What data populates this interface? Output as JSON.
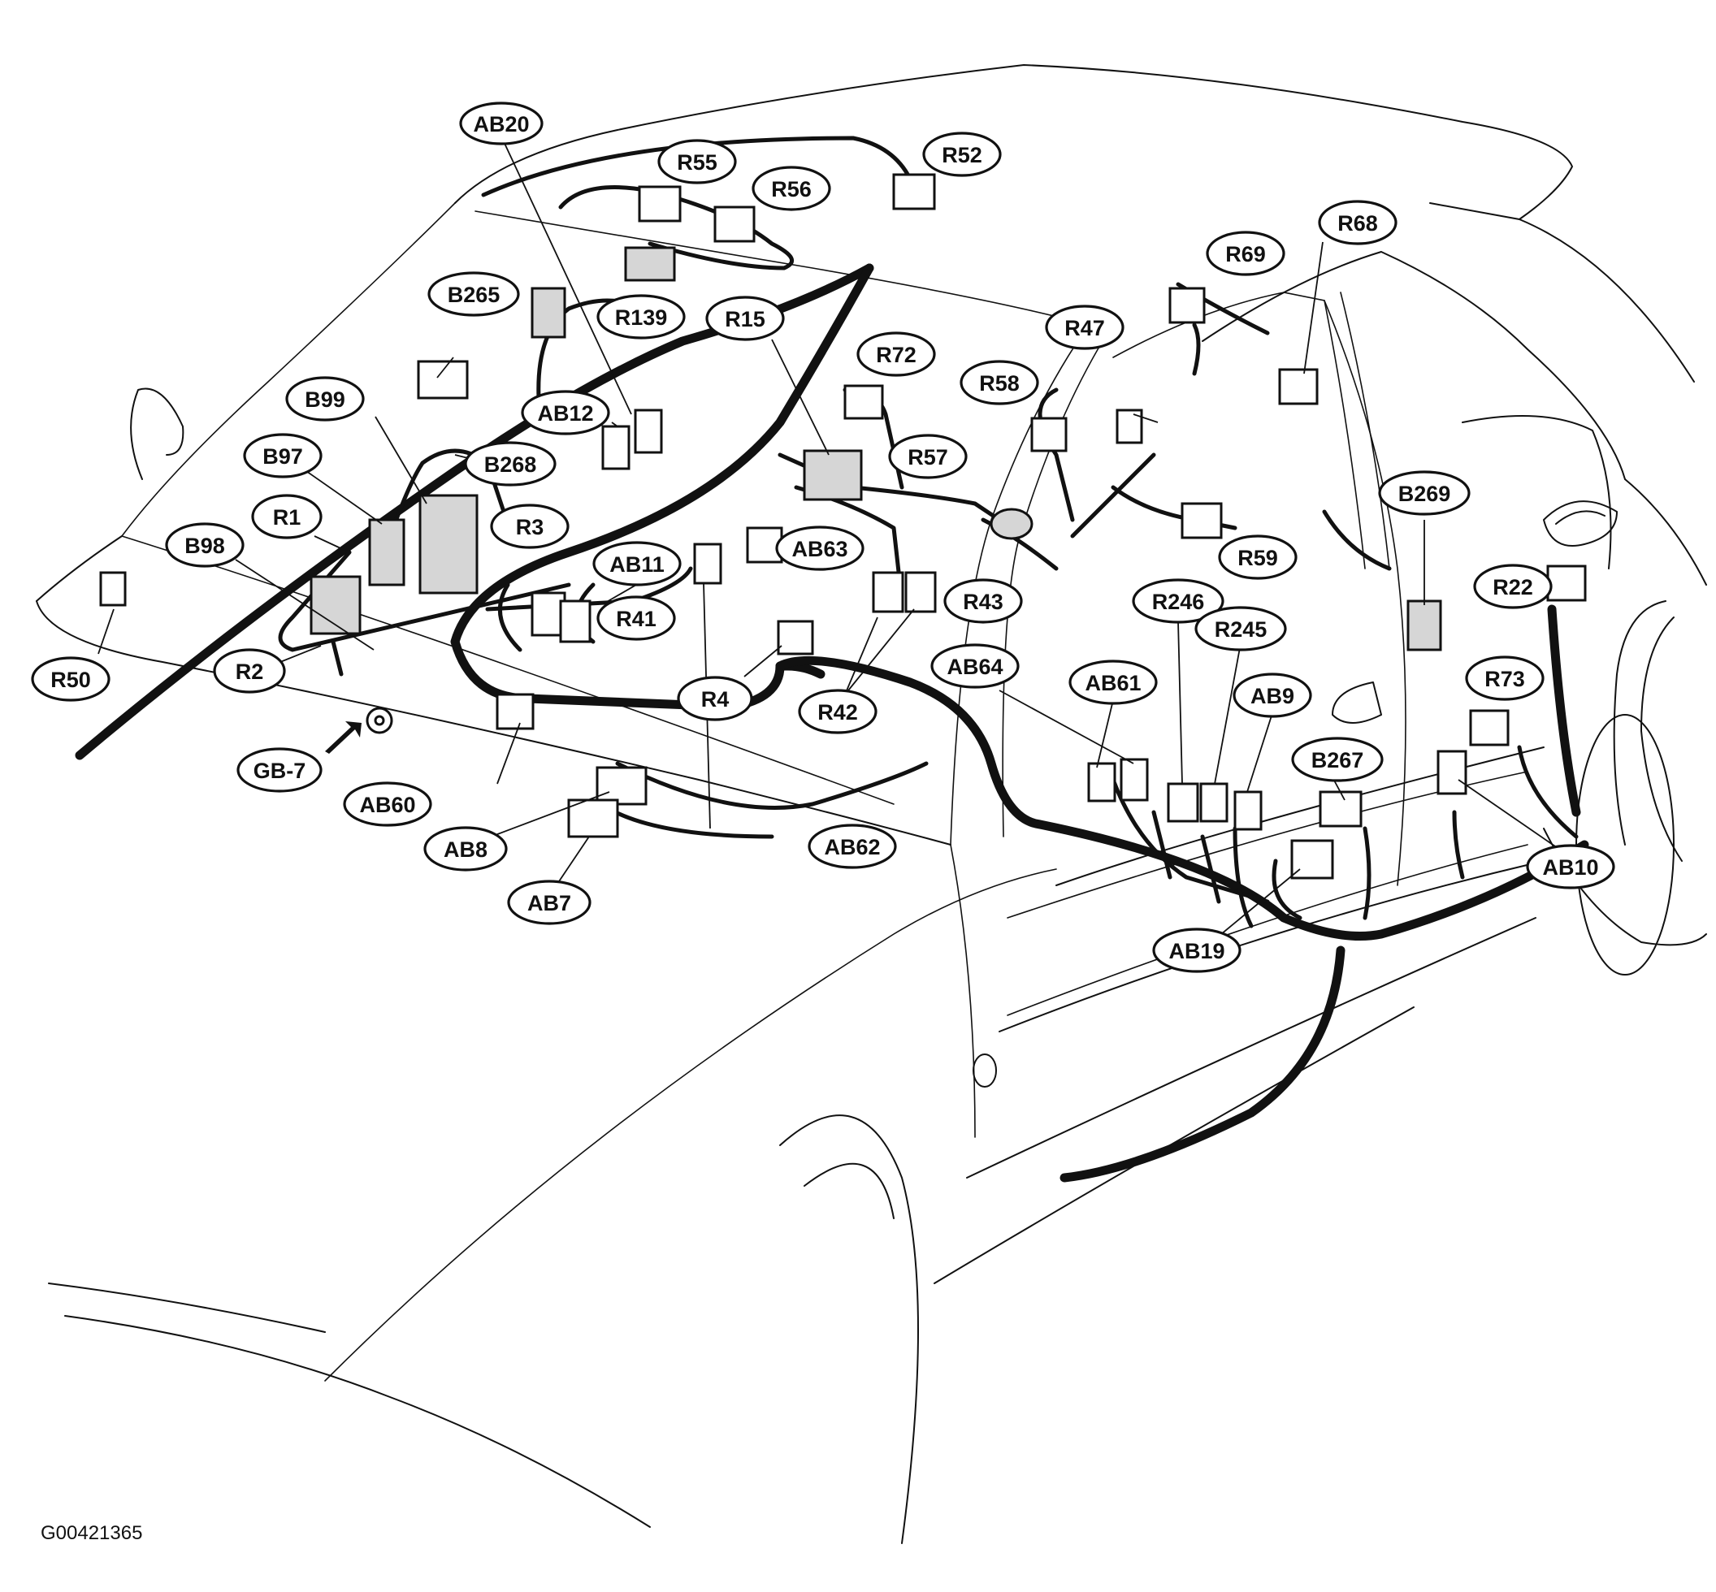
{
  "figure_code": "G00421365",
  "labels": [
    {
      "id": "AB20",
      "text": "AB20"
    },
    {
      "id": "R55",
      "text": "R55"
    },
    {
      "id": "R56",
      "text": "R56"
    },
    {
      "id": "R52",
      "text": "R52"
    },
    {
      "id": "R68",
      "text": "R68"
    },
    {
      "id": "R69",
      "text": "R69"
    },
    {
      "id": "B265",
      "text": "B265"
    },
    {
      "id": "R139",
      "text": "R139"
    },
    {
      "id": "R15",
      "text": "R15"
    },
    {
      "id": "R72",
      "text": "R72"
    },
    {
      "id": "R47",
      "text": "R47"
    },
    {
      "id": "R58",
      "text": "R58"
    },
    {
      "id": "B99",
      "text": "B99"
    },
    {
      "id": "AB12",
      "text": "AB12"
    },
    {
      "id": "B97",
      "text": "B97"
    },
    {
      "id": "B268",
      "text": "B268"
    },
    {
      "id": "R57",
      "text": "R57"
    },
    {
      "id": "R1",
      "text": "R1"
    },
    {
      "id": "R3",
      "text": "R3"
    },
    {
      "id": "B98",
      "text": "B98"
    },
    {
      "id": "AB63",
      "text": "AB63"
    },
    {
      "id": "AB11",
      "text": "AB11"
    },
    {
      "id": "R59",
      "text": "R59"
    },
    {
      "id": "B269",
      "text": "B269"
    },
    {
      "id": "R22",
      "text": "R22"
    },
    {
      "id": "R43",
      "text": "R43"
    },
    {
      "id": "R41",
      "text": "R41"
    },
    {
      "id": "R246",
      "text": "R246"
    },
    {
      "id": "R245",
      "text": "R245"
    },
    {
      "id": "R50",
      "text": "R50"
    },
    {
      "id": "R2",
      "text": "R2"
    },
    {
      "id": "R4",
      "text": "R4"
    },
    {
      "id": "AB64",
      "text": "AB64"
    },
    {
      "id": "AB61",
      "text": "AB61"
    },
    {
      "id": "AB9",
      "text": "AB9"
    },
    {
      "id": "R73",
      "text": "R73"
    },
    {
      "id": "R42",
      "text": "R42"
    },
    {
      "id": "GB-7",
      "text": "GB-7"
    },
    {
      "id": "B267",
      "text": "B267"
    },
    {
      "id": "AB60",
      "text": "AB60"
    },
    {
      "id": "AB8",
      "text": "AB8"
    },
    {
      "id": "AB62",
      "text": "AB62"
    },
    {
      "id": "AB10",
      "text": "AB10"
    },
    {
      "id": "AB7",
      "text": "AB7"
    },
    {
      "id": "AB19",
      "text": "AB19"
    }
  ]
}
